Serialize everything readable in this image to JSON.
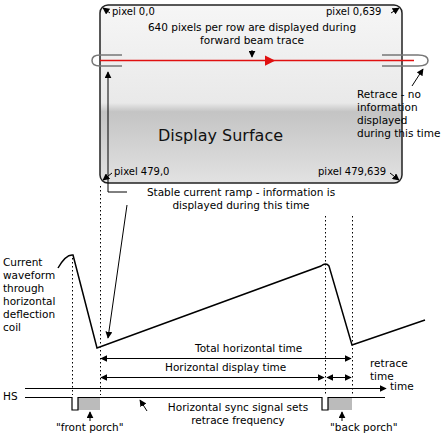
{
  "diagram": {
    "nodes": [
      {
        "text": [
          "Display Surface"
        ]
      }
    ],
    "labels": [
      "pixel 0,0",
      "pixel 0,639",
      "pixel 479,0",
      "pixel 479,639",
      "640 pixels per row are displayed during forward beam trace",
      "Retrace - no information displayed during this time",
      "Stable current ramp - information is displayed during this time",
      "Current waveform through horizontal deflection coil",
      "Total horizontal time",
      "Horizontal display time",
      "retrace time",
      "time",
      "HS",
      "Horizontal sync signal sets retrace frequency",
      "\"front porch\"",
      "\"back porch\""
    ]
  }
}
